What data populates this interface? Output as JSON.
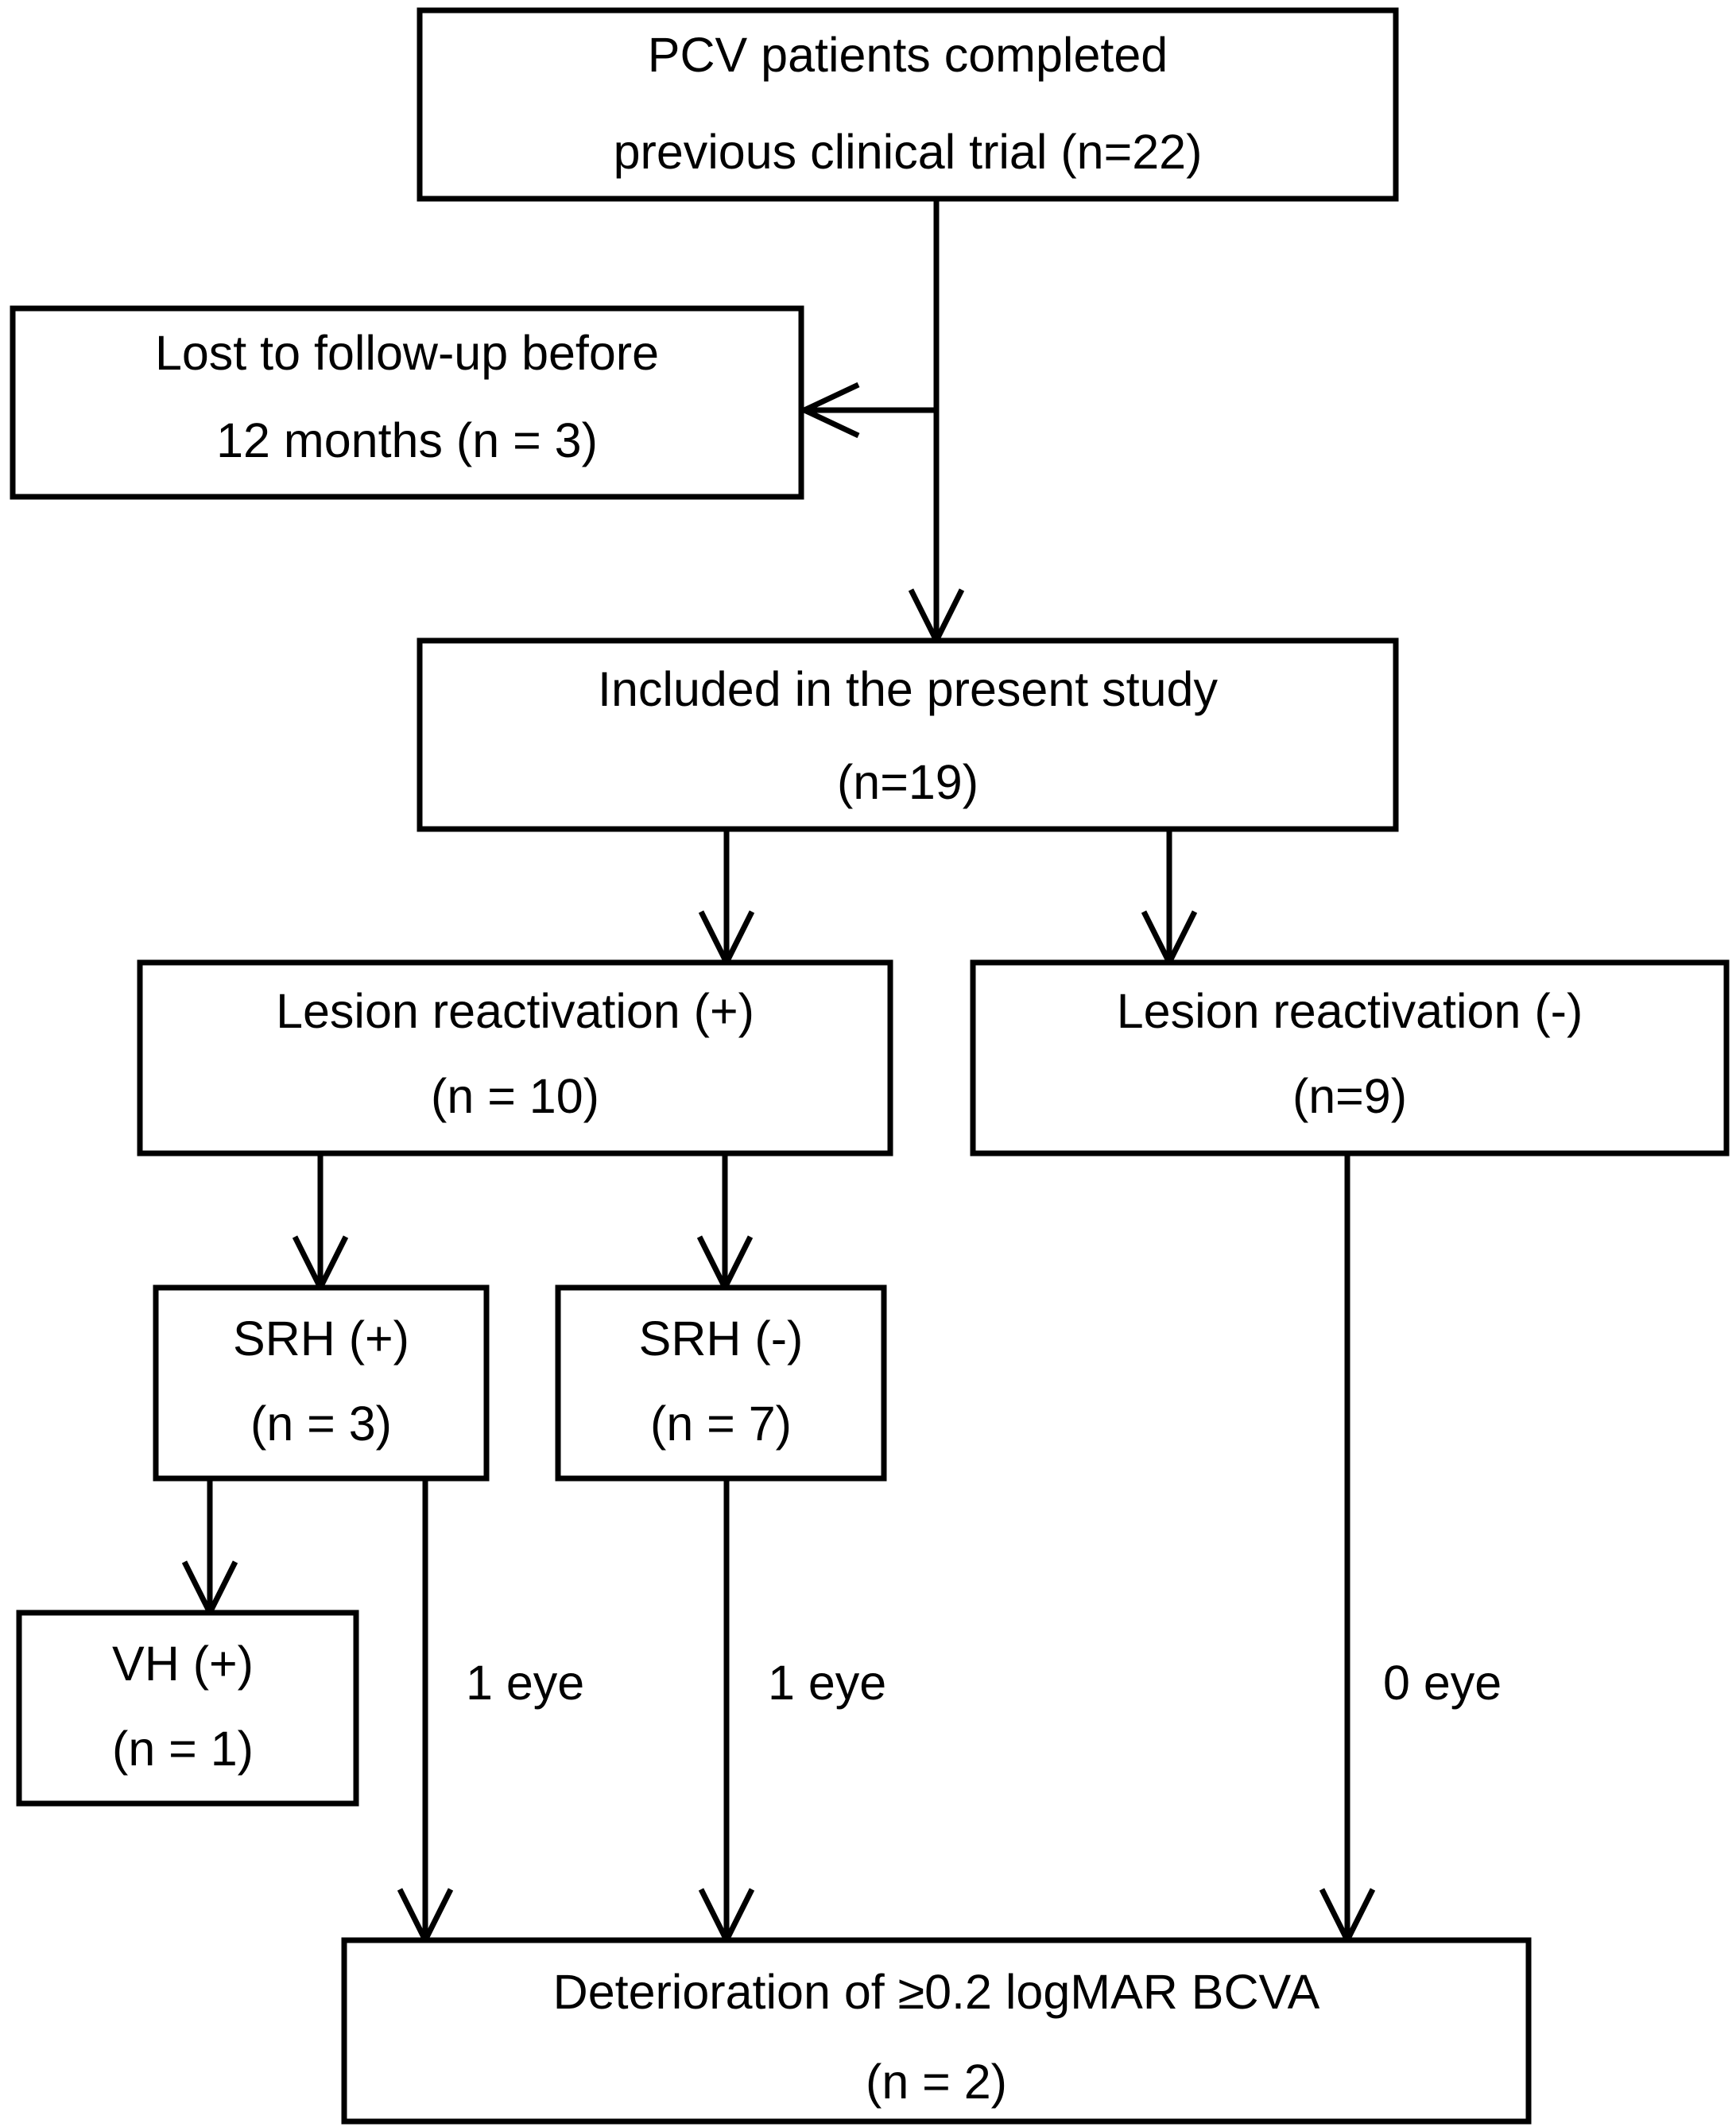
{
  "diagram": {
    "type": "flowchart",
    "title": "PCV patient study flow diagram",
    "nodes": [
      {
        "id": "enrolled",
        "lines": [
          "PCV patients completed",
          "previous clinical trial (n=22)"
        ],
        "count": 22
      },
      {
        "id": "lost",
        "lines": [
          "Lost to follow-up before",
          "12 months (n = 3)"
        ],
        "count": 3
      },
      {
        "id": "included",
        "lines": [
          "Included in the present study",
          "(n=19)"
        ],
        "count": 19
      },
      {
        "id": "reactivation-pos",
        "lines": [
          "Lesion reactivation (+)",
          "(n = 10)"
        ],
        "count": 10
      },
      {
        "id": "reactivation-neg",
        "lines": [
          "Lesion reactivation (-)",
          "(n=9)"
        ],
        "count": 9
      },
      {
        "id": "srh-pos",
        "lines": [
          "SRH (+)",
          "(n = 3)"
        ],
        "count": 3
      },
      {
        "id": "srh-neg",
        "lines": [
          "SRH (-)",
          "(n = 7)"
        ],
        "count": 7
      },
      {
        "id": "vh-pos",
        "lines": [
          "VH (+)",
          "(n = 1)"
        ],
        "count": 1
      },
      {
        "id": "outcome",
        "lines": [
          "Deterioration of ≥0.2 logMAR BCVA",
          "(n = 2)"
        ],
        "count": 2
      }
    ],
    "edge_labels": [
      {
        "id": "eye-label-srh-pos",
        "text": "1 eye",
        "value": 1
      },
      {
        "id": "eye-label-srh-neg",
        "text": "1 eye",
        "value": 1
      },
      {
        "id": "eye-label-reactivation-neg",
        "text": "0 eye",
        "value": 0
      }
    ],
    "colors": {
      "stroke": "#000000",
      "fill": "#ffffff",
      "text": "#000000"
    }
  }
}
